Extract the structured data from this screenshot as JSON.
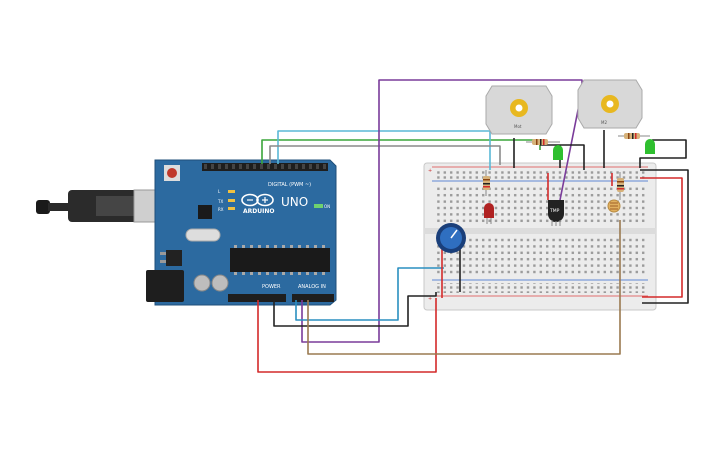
{
  "arduino": {
    "brand": "ARDUINO",
    "model": "UNO",
    "digital_label": "DIGITAL (PWM ~)",
    "power_label": "POWER",
    "analog_label": "ANALOG IN",
    "on_label": "ON",
    "tx_label": "TX",
    "rx_label": "RX",
    "l_label": "L"
  },
  "components": {
    "motor1_label": "Mot",
    "motor2_label": "M2",
    "sensor_label": "TMP"
  },
  "colors": {
    "board": "#2c6aa0",
    "breadboard": "#e8e8e8",
    "wire_red": "#d42a2a",
    "wire_black": "#222222",
    "wire_purple": "#7a3b9a",
    "wire_green": "#3aa53a",
    "wire_cyan": "#5ab8d6",
    "wire_blue": "#2a8fc0",
    "wire_brown": "#9a7a50"
  }
}
